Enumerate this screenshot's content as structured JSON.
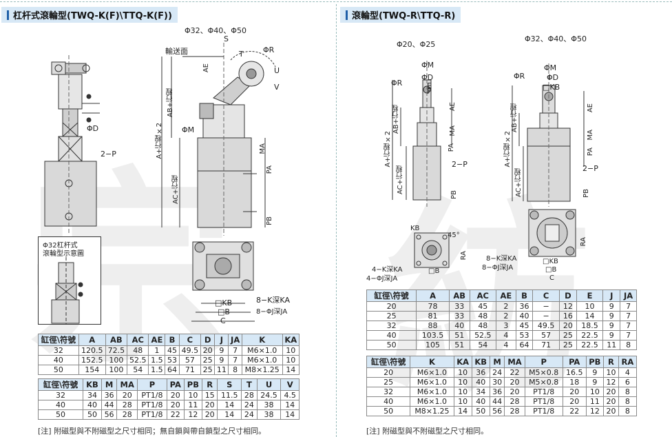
{
  "left": {
    "title": "杠杆式滾輪型(TWQ-K(F)\\TTQ-K(F))",
    "bore_label": "Φ32、Φ40、Φ50",
    "inset_line1": "Φ32杠杆式",
    "inset_line2": "滾輪型示意圖",
    "labels": {
      "S": "S",
      "phiR": "ΦR",
      "T": "T",
      "conveying": "輸送面",
      "AE": "AE",
      "U": "U",
      "V": "V",
      "phiD": "ΦD",
      "P2": "2−P",
      "phiM": "ΦM",
      "A_stroke": "A+行程×2",
      "AB_stroke": "AB+行程",
      "AC_stroke": "AC+行程",
      "MA": "MA",
      "PA": "PA",
      "PB": "PB",
      "KA": "8−K深KA",
      "JA": "8−ΦJ深JA",
      "KB": "□KB",
      "B": "□B",
      "C": "C"
    },
    "table1": {
      "headers": [
        "缸徑\\符號",
        "A",
        "AB",
        "AC",
        "AE",
        "B",
        "C",
        "D",
        "J",
        "JA",
        "K",
        "KA"
      ],
      "rows": [
        [
          "32",
          "120.5",
          "72.5",
          "48",
          "1",
          "45",
          "49.5",
          "20",
          "9",
          "7",
          "M6×1.0",
          "10"
        ],
        [
          "40",
          "152.5",
          "100",
          "52.5",
          "1.5",
          "53",
          "57",
          "25",
          "9",
          "7",
          "M6×1.0",
          "10"
        ],
        [
          "50",
          "154",
          "100",
          "54",
          "1.5",
          "64",
          "71",
          "25",
          "11",
          "8",
          "M8×1.25",
          "14"
        ]
      ]
    },
    "table2": {
      "headers": [
        "缸徑\\符號",
        "KB",
        "M",
        "MA",
        "P",
        "PA",
        "PB",
        "R",
        "S",
        "T",
        "U",
        "V"
      ],
      "rows": [
        [
          "32",
          "34",
          "36",
          "20",
          "PT1/8",
          "20",
          "10",
          "15",
          "11.5",
          "28",
          "24.5",
          "4.5"
        ],
        [
          "40",
          "40",
          "44",
          "28",
          "PT1/8",
          "20",
          "11",
          "20",
          "14",
          "24",
          "38",
          "14"
        ],
        [
          "50",
          "50",
          "56",
          "28",
          "PT1/8",
          "22",
          "12",
          "20",
          "14",
          "24",
          "38",
          "14"
        ]
      ]
    },
    "note": "[注] 附磁型與不附磁型之尺寸相同；無自鎖與帶自鎖型之尺寸相同。"
  },
  "right": {
    "title": "滾輪型(TWQ-R\\TTQ-R)",
    "bore_small": "Φ20、Φ25",
    "bore_large": "Φ32、Φ40、Φ50",
    "labels": {
      "phiM": "ΦM",
      "phiR": "ΦR",
      "phiD": "ΦD",
      "E": "E",
      "F": "F",
      "AE": "AE",
      "MA": "MA",
      "PA": "PA",
      "PB": "PB",
      "P2": "2−P",
      "A_stroke": "A+行程×2",
      "AB_stroke": "AB+行程",
      "AC_stroke": "AC+行程",
      "KB": "KB",
      "deg45": "45°",
      "RA": "RA",
      "KA4": "4−K深KA",
      "JA4": "4−ΦJ深JA",
      "KA8": "8−K深KA",
      "JA8": "8−ΦJ深JA",
      "sqKB": "□KB",
      "sqB": "□B",
      "C": "C"
    },
    "table1": {
      "headers": [
        "缸徑\\符號",
        "A",
        "AB",
        "AC",
        "AE",
        "B",
        "C",
        "D",
        "E",
        "J",
        "JA"
      ],
      "rows": [
        [
          "20",
          "78",
          "33",
          "45",
          "2",
          "36",
          "−",
          "12",
          "10",
          "9",
          "7"
        ],
        [
          "25",
          "81",
          "33",
          "48",
          "2",
          "40",
          "−",
          "16",
          "14",
          "9",
          "7"
        ],
        [
          "32",
          "88",
          "40",
          "48",
          "3",
          "45",
          "49.5",
          "20",
          "18.5",
          "9",
          "7"
        ],
        [
          "40",
          "103.5",
          "51",
          "52.5",
          "4",
          "53",
          "57",
          "25",
          "22.5",
          "9",
          "7"
        ],
        [
          "50",
          "105",
          "51",
          "54",
          "4",
          "64",
          "71",
          "25",
          "22.5",
          "11",
          "8"
        ]
      ]
    },
    "table2": {
      "headers": [
        "缸徑\\符號",
        "K",
        "KA",
        "KB",
        "M",
        "MA",
        "P",
        "PA",
        "PB",
        "R",
        "RA"
      ],
      "rows": [
        [
          "20",
          "M6×1.0",
          "10",
          "36",
          "24",
          "22",
          "M5×0.8",
          "16.5",
          "9",
          "10",
          "4"
        ],
        [
          "25",
          "M6×1.0",
          "10",
          "40",
          "30",
          "20",
          "M5×0.8",
          "18",
          "9",
          "12",
          "6"
        ],
        [
          "32",
          "M6×1.0",
          "10",
          "34",
          "36",
          "20",
          "PT1/8",
          "20",
          "10",
          "20",
          "8"
        ],
        [
          "40",
          "M6×1.0",
          "10",
          "40",
          "44",
          "28",
          "PT1/8",
          "20",
          "11",
          "20",
          "8"
        ],
        [
          "50",
          "M8×1.25",
          "14",
          "50",
          "56",
          "28",
          "PT1/8",
          "22",
          "12",
          "20",
          "8"
        ]
      ]
    },
    "note": "[注] 附磁型與不附磁型之尺寸相同。"
  }
}
